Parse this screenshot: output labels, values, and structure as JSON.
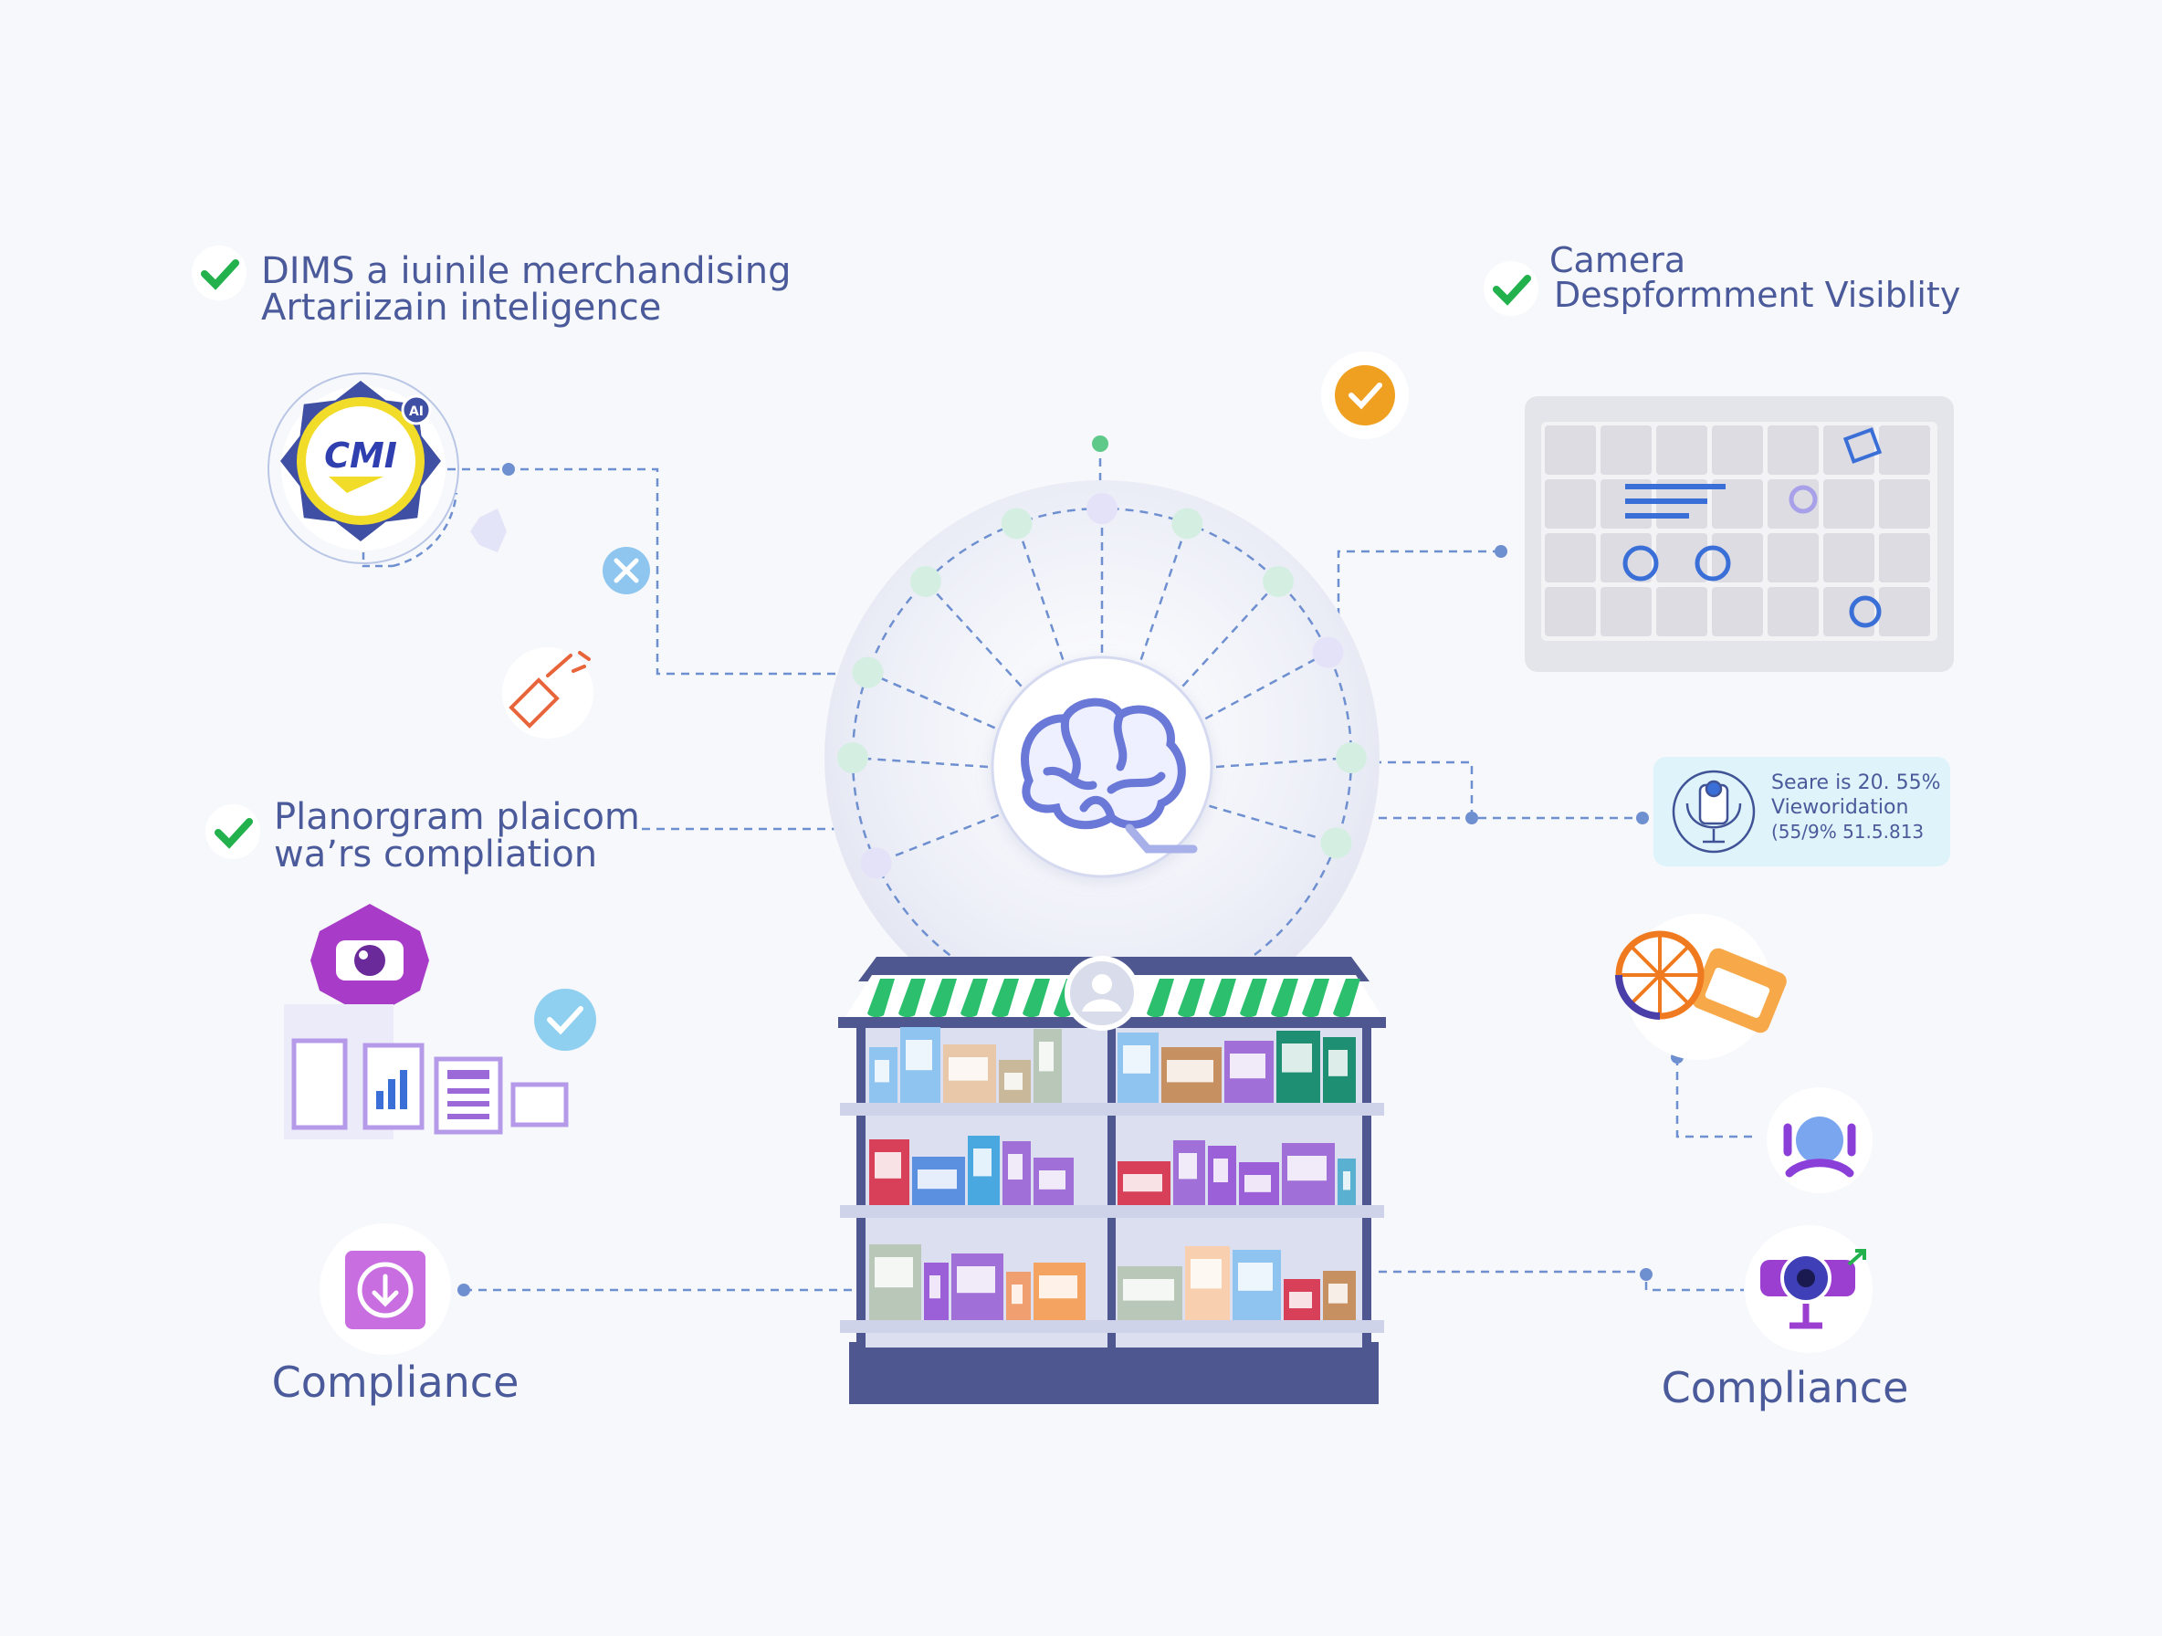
{
  "features": [
    {
      "line1": "DIMS a iuinile merchandising",
      "line2": "Artariizain inteligence",
      "icon": "check-icon"
    },
    {
      "line1": "Camera",
      "line2": "Despformment Visiblity",
      "icon": "check-icon"
    },
    {
      "line1": "Planorgram plaicom",
      "line2": "wa’rs compliation",
      "icon": "check-icon"
    }
  ],
  "logo": {
    "text": "CMI",
    "badge": "AI"
  },
  "info_card": {
    "line1": "Seare is 20. 55%",
    "line2": "Vieworidation",
    "line3": "(55/9% 51.5.813"
  },
  "compliance_left": "Compliance",
  "compliance_right": "Compliance",
  "colors": {
    "text": "#4a5a9a",
    "check": "#22b14c",
    "accent_blue": "#6e8fd0",
    "shelf_navy": "#4f5790",
    "awning_green": "#2cbf6e",
    "purple": "#9b3fd1",
    "orange": "#f0a020"
  }
}
